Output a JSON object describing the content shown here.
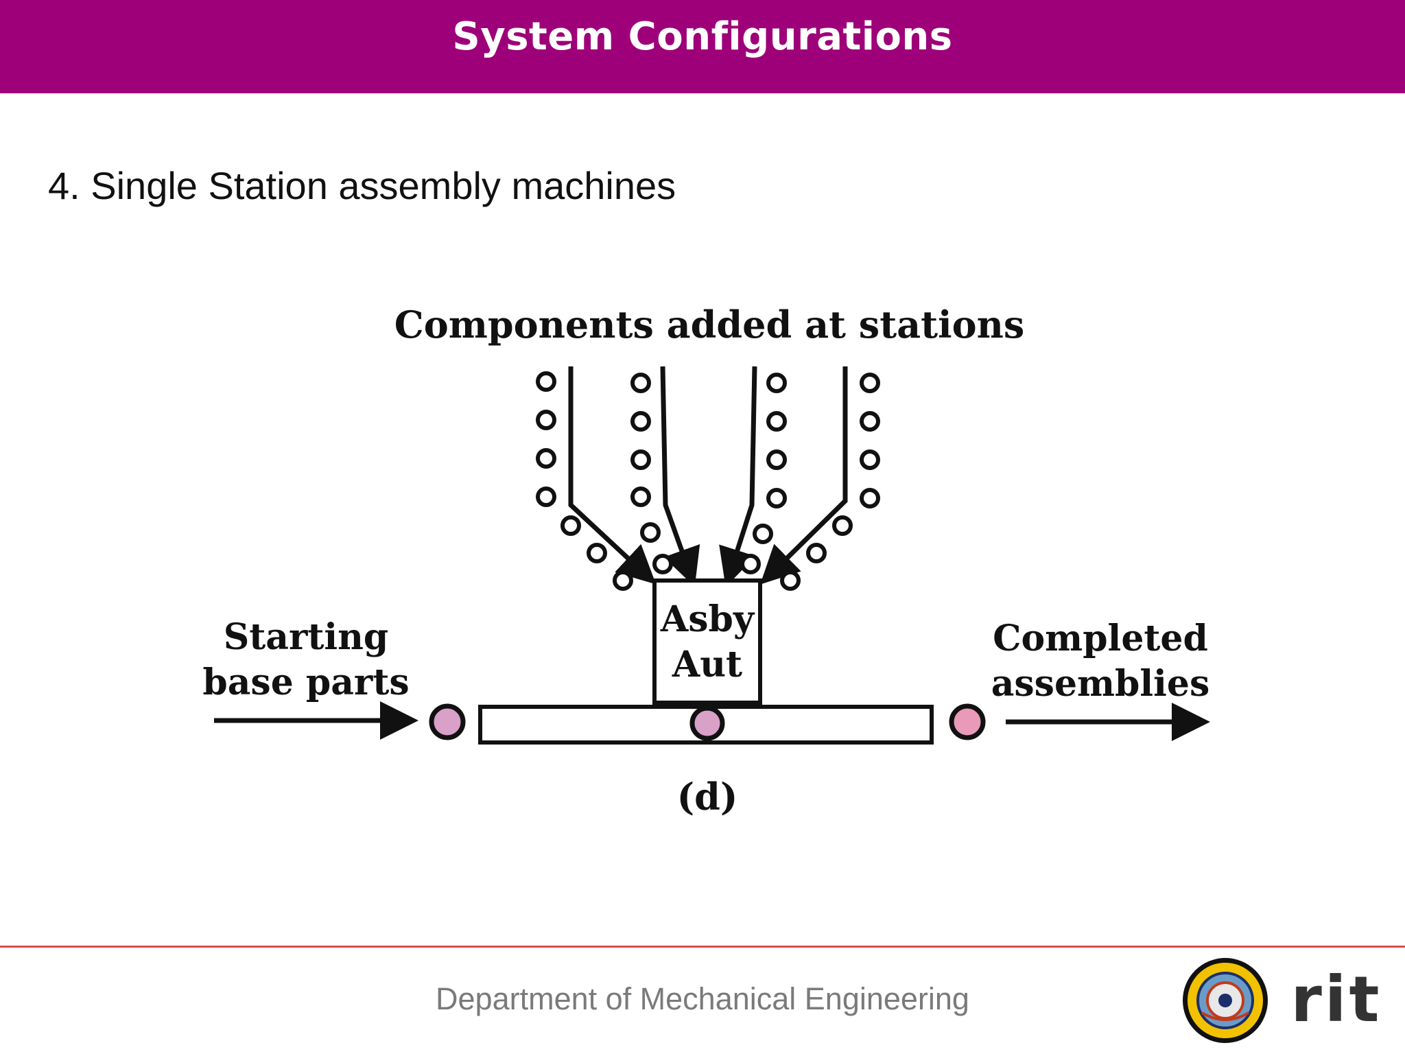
{
  "slide": {
    "title": "System Configurations",
    "heading": "4. Single Station assembly machines"
  },
  "diagram": {
    "top_label": "Components added at stations",
    "left_label_line1": "Starting",
    "left_label_line2": "base parts",
    "right_label_line1": "Completed",
    "right_label_line2": "assemblies",
    "box_label_line1": "Asby",
    "box_label_line2": "Aut",
    "caption": "(d)"
  },
  "footer": {
    "department": "Department of Mechanical Engineering",
    "logo_text": "rit"
  },
  "colors": {
    "header": "#9e0079",
    "footer_rule": "#d64a4a",
    "footer_text": "#7a7a7a"
  },
  "icons": [
    "institute-seal-icon"
  ]
}
